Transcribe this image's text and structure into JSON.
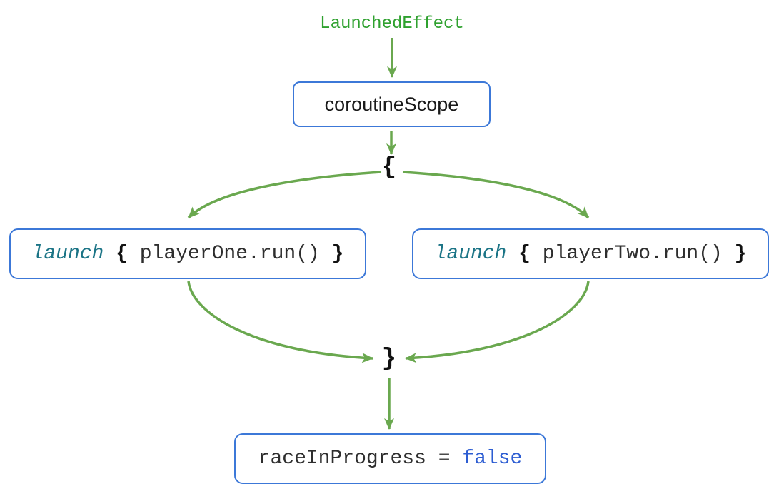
{
  "diagram": {
    "title_label": "LaunchedEffect",
    "nodes": {
      "coroutine_scope": {
        "label": "coroutineScope"
      },
      "scope_open_brace": "{",
      "scope_close_brace": "}",
      "launch_one": {
        "keyword": "launch",
        "open_brace": "{",
        "body": "playerOne.run()",
        "close_brace": "}"
      },
      "launch_two": {
        "keyword": "launch",
        "open_brace": "{",
        "body": "playerTwo.run()",
        "close_brace": "}"
      },
      "result": {
        "variable": "raceInProgress",
        "operator": "=",
        "value": "false"
      }
    },
    "colors": {
      "arrow_green": "#6aa84f",
      "label_green": "#2fa12f",
      "box_border_blue": "#3c78d8",
      "keyword_teal": "#1b7486",
      "value_blue": "#2d5dd2",
      "code_text": "#2e2e2e"
    }
  }
}
